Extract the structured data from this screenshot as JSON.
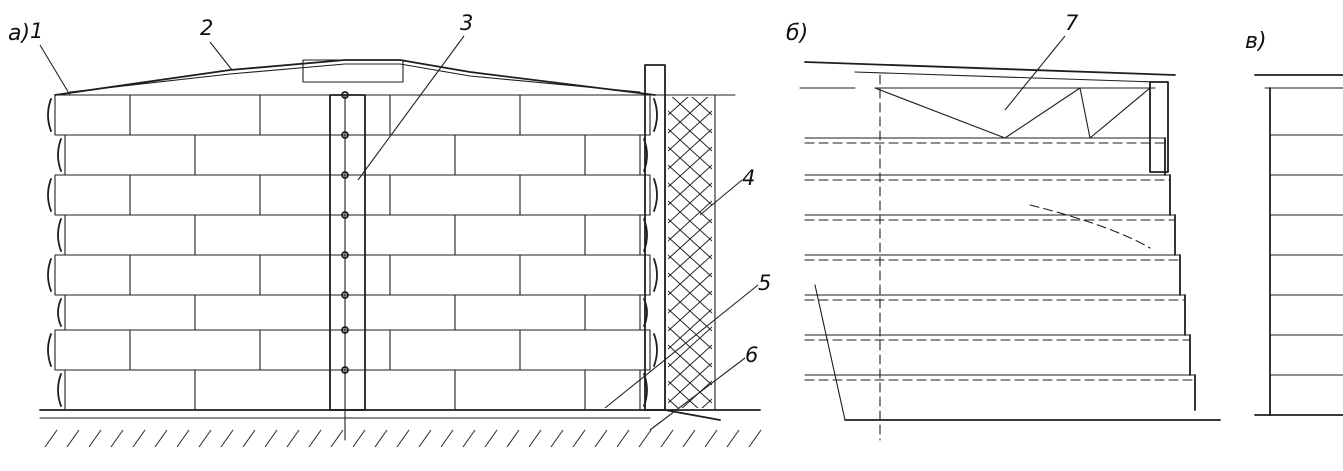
{
  "panels": [
    {
      "id": "a",
      "label": "а)"
    },
    {
      "id": "b",
      "label": "б)"
    },
    {
      "id": "v",
      "label": "в)"
    }
  ],
  "callouts": [
    "1",
    "2",
    "3",
    "4",
    "5",
    "6",
    "7"
  ],
  "colors": {
    "ink": "#1e1e1e",
    "paper": "#ffffff"
  }
}
